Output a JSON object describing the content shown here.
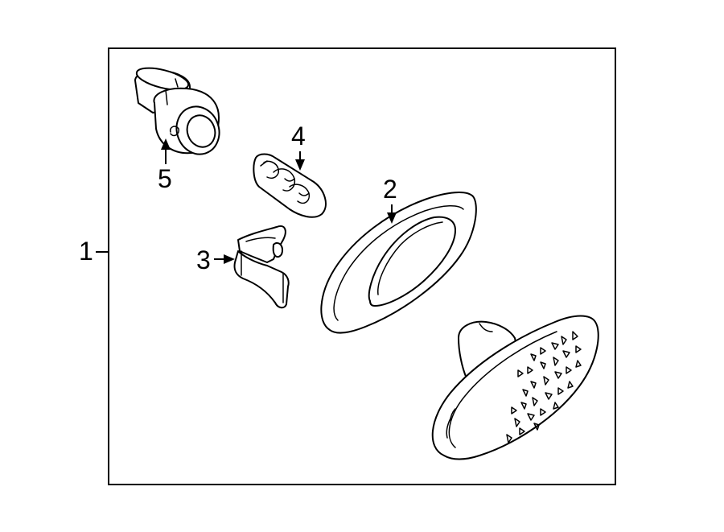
{
  "diagram": {
    "callouts": {
      "assembly": "1",
      "lens_housing": "2",
      "clip": "3",
      "bulb": "4",
      "socket": "5"
    }
  }
}
